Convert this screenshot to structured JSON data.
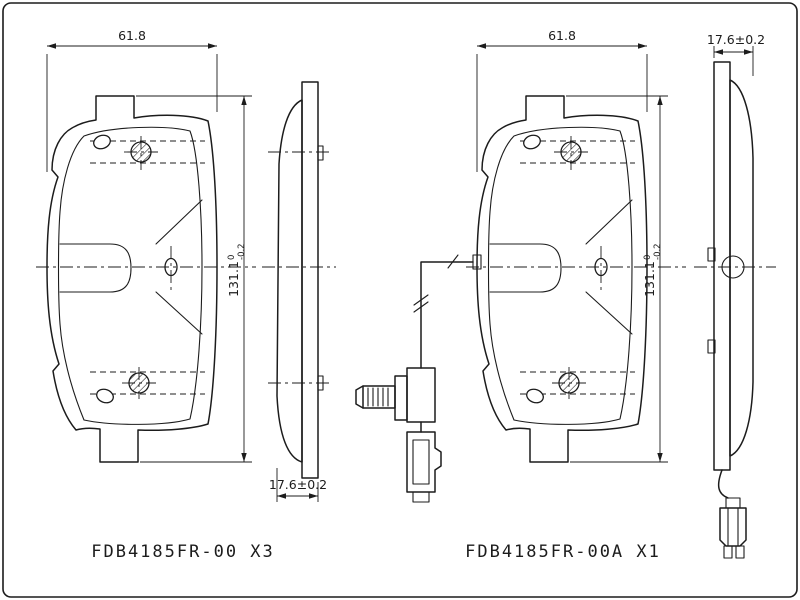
{
  "drawing": {
    "background": "#ffffff",
    "line_color": "#1c1c1c"
  },
  "views": {
    "left_front": {
      "width_dim": "61.8",
      "height_dim": "131.1",
      "height_tol_upper": "0",
      "height_tol_lower": "-0.2"
    },
    "left_side": {
      "thickness_dim": "17.6±0.2"
    },
    "right_front": {
      "width_dim": "61.8",
      "height_dim": "131.1",
      "height_tol_upper": "0",
      "height_tol_lower": "-0.2"
    },
    "right_side": {
      "thickness_dim": "17.6±0.2"
    }
  },
  "labels": {
    "left_part_number": "FDB4185FR-00 X3",
    "right_part_number": "FDB4185FR-00A X1"
  }
}
